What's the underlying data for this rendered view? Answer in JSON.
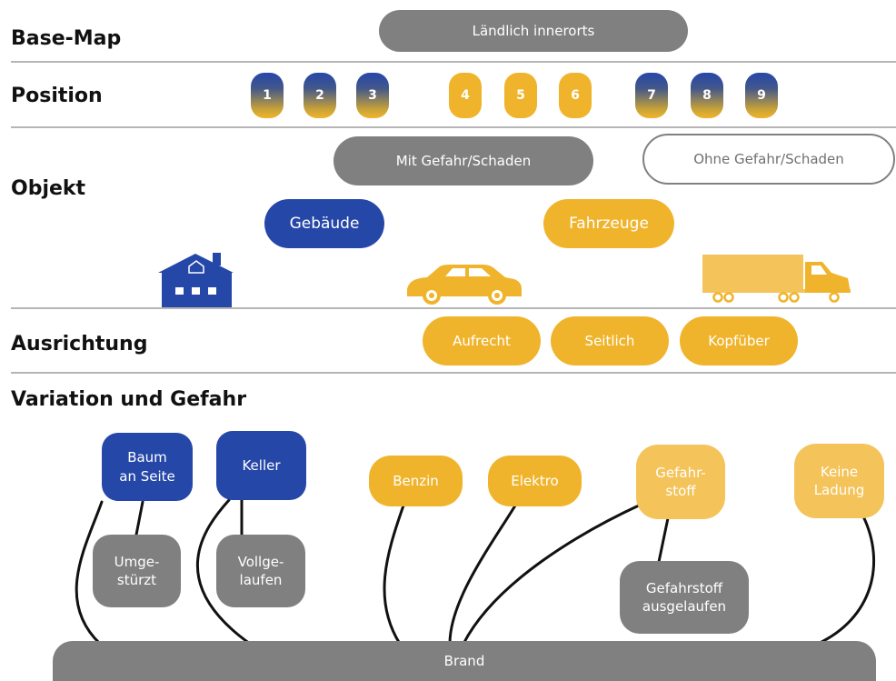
{
  "sections": {
    "base_map": "Base-Map",
    "position": "Position",
    "objekt": "Objekt",
    "ausrichtung": "Ausrichtung",
    "variation": "Variation und Gefahr"
  },
  "base_map": {
    "value": "Ländlich innerorts"
  },
  "positions": [
    {
      "label": "1",
      "group": "outer"
    },
    {
      "label": "2",
      "group": "outer"
    },
    {
      "label": "3",
      "group": "outer"
    },
    {
      "label": "4",
      "group": "middle"
    },
    {
      "label": "5",
      "group": "middle"
    },
    {
      "label": "6",
      "group": "middle"
    },
    {
      "label": "7",
      "group": "outer"
    },
    {
      "label": "8",
      "group": "outer"
    },
    {
      "label": "9",
      "group": "outer"
    }
  ],
  "objekt": {
    "mit_gefahr": "Mit Gefahr/Schaden",
    "ohne_gefahr": "Ohne Gefahr/Schaden",
    "gebaeude": "Gebäude",
    "fahrzeuge": "Fahrzeuge",
    "icons": [
      "house-icon",
      "car-icon",
      "truck-icon"
    ]
  },
  "ausrichtung": {
    "aufrecht": "Aufrecht",
    "seitlich": "Seitlich",
    "kopfueber": "Kopfüber"
  },
  "variation": {
    "baum": "Baum\nan Seite",
    "keller": "Keller",
    "benzin": "Benzin",
    "elektro": "Elektro",
    "gefahrstoff": "Gefahr-\nstoff",
    "keine_ladung": "Keine\nLadung",
    "umgestuerzt": "Umge-\nstürzt",
    "vollgelaufen": "Vollge-\nlaufen",
    "gefahrstoff_ausgelaufen": "Gefahrstoff\nausgelaufen",
    "brand": "Brand"
  },
  "colors": {
    "gray": "#808080",
    "blue": "#2547a8",
    "yellow": "#f0b42c",
    "divider": "#b5b5b5"
  }
}
